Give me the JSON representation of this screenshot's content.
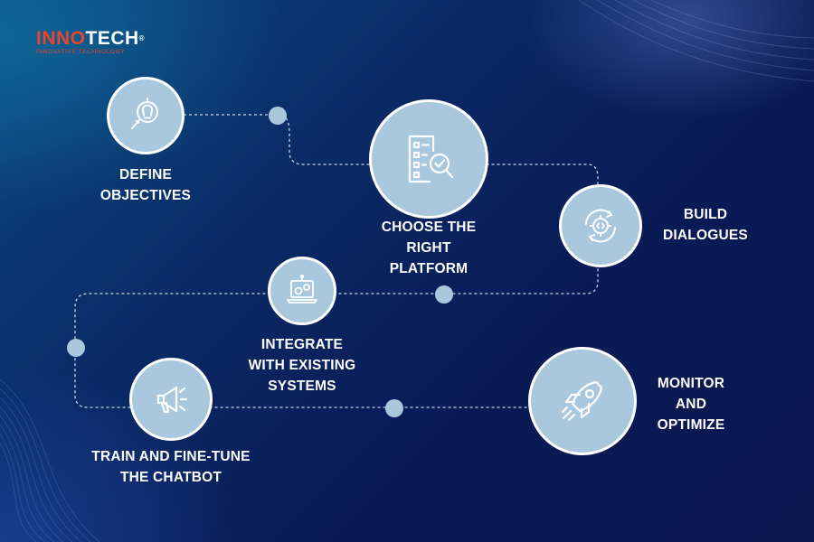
{
  "logo": {
    "brand_part1": "INNO",
    "brand_part2": "TECH",
    "trademark": "®",
    "tagline": "INNOVATIVE TECHNOLOGY",
    "color_primary": "#e8452c"
  },
  "colors": {
    "node_fill": "#a9c8de",
    "node_border": "#ffffff",
    "icon_stroke": "#ffffff",
    "connector": "#c9d6e6"
  },
  "steps": [
    {
      "icon": "lightbulb-magnifier-icon",
      "label_lines": [
        "DEFINE",
        "OBJECTIVES"
      ]
    },
    {
      "icon": "checklist-magnifier-icon",
      "label_lines": [
        "CHOOSE THE",
        "RIGHT",
        "PLATFORM"
      ]
    },
    {
      "icon": "code-gear-cycle-icon",
      "label_lines": [
        "BUILD",
        "DIALOGUES"
      ]
    },
    {
      "icon": "laptop-gears-icon",
      "label_lines": [
        "INTEGRATE",
        "WITH EXISTING",
        "SYSTEMS"
      ]
    },
    {
      "icon": "megaphone-icon",
      "label_lines": [
        "TRAIN AND FINE-TUNE",
        "THE CHATBOT"
      ]
    },
    {
      "icon": "rocket-icon",
      "label_lines": [
        "MONITOR",
        "AND",
        "OPTIMIZE"
      ]
    }
  ]
}
